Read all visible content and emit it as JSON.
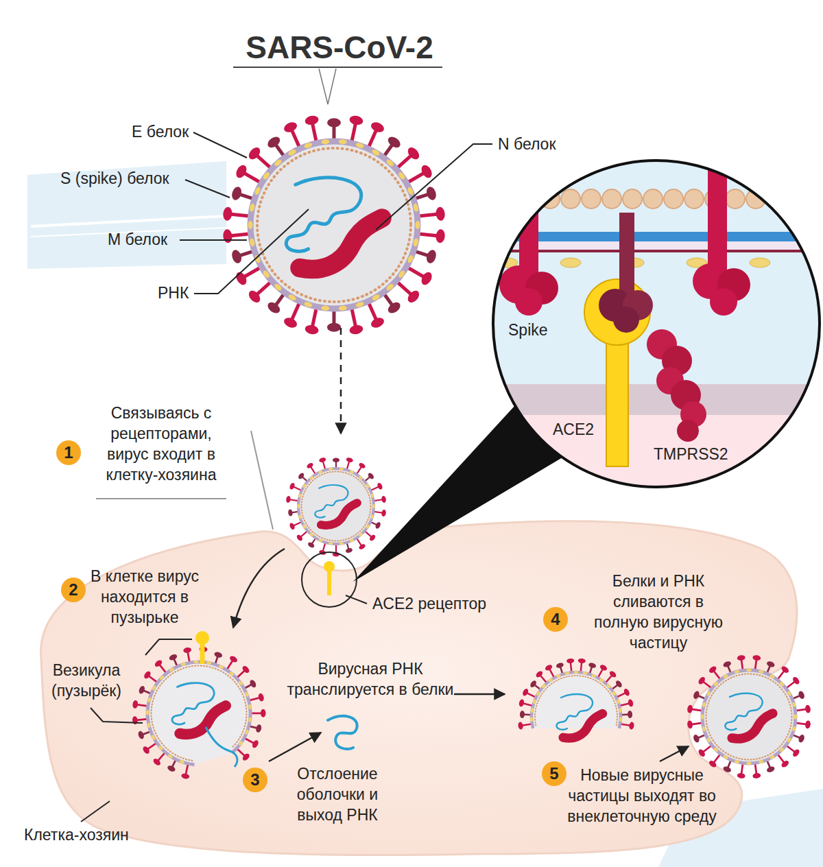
{
  "diagram": {
    "title": "SARS-CoV-2",
    "labels": [
      "E белок",
      "S (spike) белок",
      "M белок",
      "РНК",
      "N белок",
      "Spike",
      "ACE2",
      "TMPRSS2",
      "1",
      "Связываясь с рецепторами, вирус входит в клетку-хозяина",
      "2",
      "В клетке вирус находится в пузырьке",
      "ACE2 рецептор",
      "4",
      "Белки и РНК сливаются в полную вирусную частицу",
      "Везикула (пузырёк)",
      "Вирусная РНК транслируется в белки",
      "3",
      "Отслоение оболочки и выход РНК",
      "5",
      "Новые вирусные частицы выходят во внеклеточную среду",
      "Клетка-хозяин"
    ]
  }
}
